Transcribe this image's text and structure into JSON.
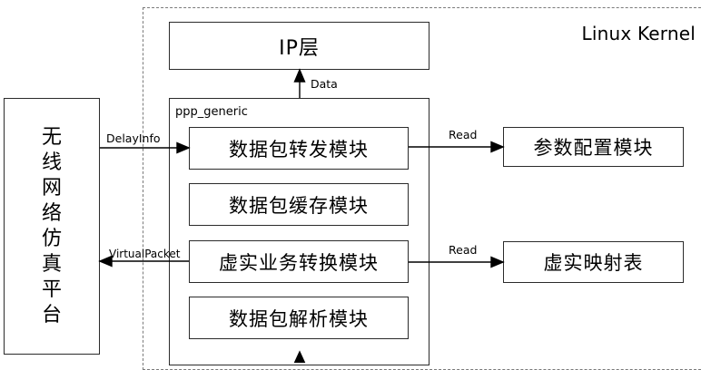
{
  "kernel": {
    "label": "Linux Kernel"
  },
  "ip_layer": {
    "label": "IP层"
  },
  "ppp": {
    "label": "ppp_generic",
    "modules": [
      {
        "label": "数据包转发模块"
      },
      {
        "label": "数据包缓存模块"
      },
      {
        "label": "虚实业务转换模块"
      },
      {
        "label": "数据包解析模块"
      }
    ]
  },
  "platform": {
    "chars": [
      "无",
      "线",
      "网",
      "络",
      "仿",
      "真",
      "平",
      "台"
    ]
  },
  "config_module": {
    "label": "参数配置模块"
  },
  "mapping_table": {
    "label": "虚实映射表"
  },
  "arrows": {
    "data": "Data",
    "delayinfo": "DelayInfo",
    "virtualpacket": "VirtualPacket",
    "read_config": "Read",
    "read_mapping": "Read"
  }
}
